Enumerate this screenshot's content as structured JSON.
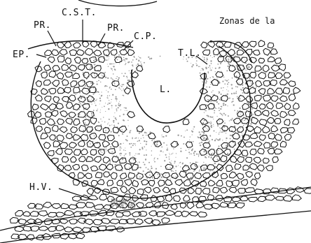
{
  "caption": "Zonas de la",
  "labels": {
    "pr_left": "PR.",
    "cst": "C.S.T.",
    "pr_right": "PR.",
    "cp": "C.P.",
    "ep": "EP.",
    "tl": "T.L.",
    "l": "L.",
    "hv": "H.V."
  },
  "colors": {
    "ink": "#111111",
    "stipple": "#9a9a9a",
    "paper": "#ffffff"
  }
}
